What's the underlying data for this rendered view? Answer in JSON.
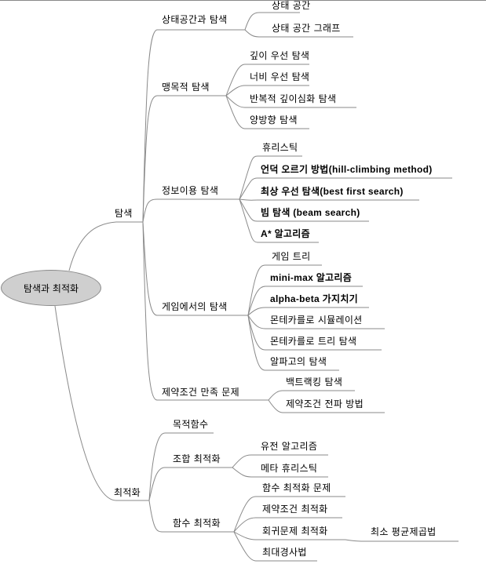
{
  "root": "탐색과 최적화",
  "search": {
    "label": "탐색",
    "state_space": {
      "label": "상태공간과 탐색",
      "items": [
        "상태 공간",
        "상태 공간 그래프"
      ]
    },
    "blind": {
      "label": "맹목적 탐색",
      "items": [
        "깊이 우선 탐색",
        "너비 우선 탐색",
        "반복적 깊이심화 탐색",
        "양방향 탐색"
      ]
    },
    "informed": {
      "label": "정보이용 탐색",
      "items": [
        "휴리스틱",
        "언덕 오르기 방법(hill-climbing method)",
        "최상 우선 탐색(best first search)",
        "빔 탐색 (beam search)",
        "A* 알고리즘"
      ]
    },
    "game": {
      "label": "게임에서의 탐색",
      "items": [
        "게임 트리",
        "mini-max 알고리즘",
        "alpha-beta 가지치기",
        "몬테카를로 시뮬레이션",
        "몬테카를로 트리 탐색",
        "알파고의 탐색"
      ]
    },
    "csp": {
      "label": "제약조건 만족 문제",
      "items": [
        "백트랙킹 탐색",
        "제약조건 전파 방법"
      ]
    }
  },
  "optimization": {
    "label": "최적화",
    "objective": {
      "label": "목적함수"
    },
    "combinatorial": {
      "label": "조합 최적화",
      "items": [
        "유전 알고리즘",
        "메타 휴리스틱"
      ]
    },
    "function": {
      "label": "함수 최적화",
      "items": [
        "함수 최적화 문제",
        "제약조건 최적화",
        "회귀문제 최적화",
        "최대경사법"
      ],
      "regression_child": "최소 평균제곱법"
    }
  }
}
